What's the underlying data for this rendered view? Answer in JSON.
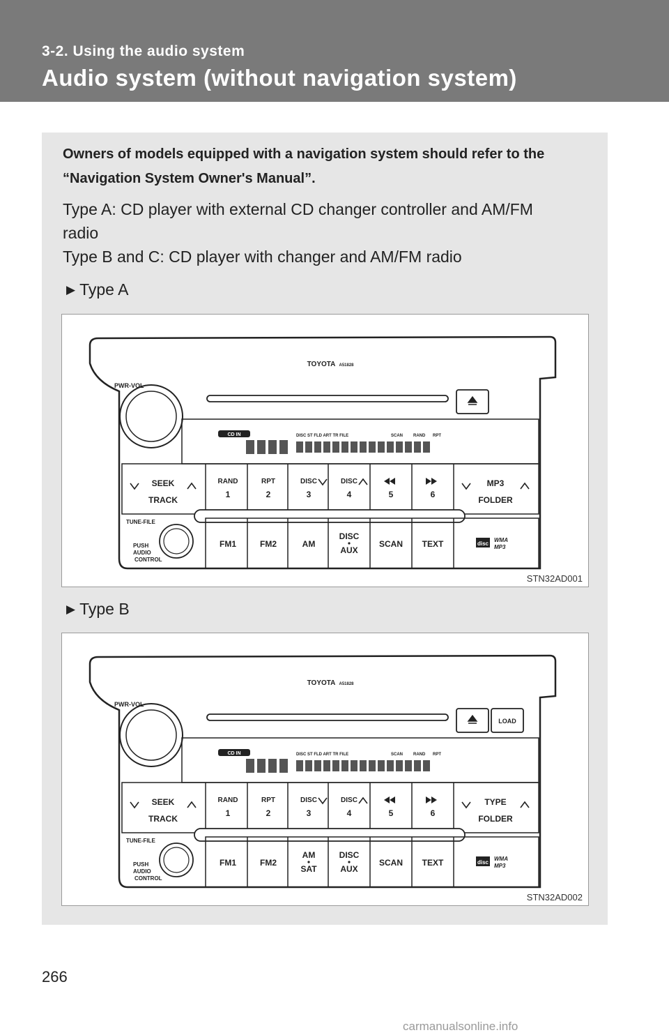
{
  "header": {
    "section": "3-2. Using the audio system",
    "title": "Audio system (without navigation system)"
  },
  "intro": "Owners of models equipped with a navigation system should refer to the “Navigation System Owner's Manual”.",
  "description": {
    "line1": "Type A: CD player with external CD changer controller and AM/FM",
    "line2": "radio",
    "line3": "Type B and C: CD player with changer and AM/FM radio"
  },
  "figures": [
    {
      "label": "Type A",
      "code": "STN32AD001",
      "brand": "TOYOTA",
      "model": "A51828",
      "pwr_vol": "PWR-VOL",
      "tune_file": "TUNE-FILE",
      "push": "PUSH",
      "audio": "AUDIO",
      "control": "CONTROL",
      "cd_in": "CD IN",
      "indicators": "DISC   ST   FLD   ART   TR   FILE",
      "scan_ind": "SCAN",
      "rand_ind": "RAND",
      "rpt_ind": "RPT",
      "seek": "SEEK",
      "track": "TRACK",
      "rand": "RAND",
      "rpt": "RPT",
      "disc": "DISC",
      "n1": "1",
      "n2": "2",
      "n3": "3",
      "n4": "4",
      "n5": "5",
      "n6": "6",
      "right_top": "MP3",
      "right_bottom": "FOLDER",
      "fm1": "FM1",
      "fm2": "FM2",
      "am_top": "AM",
      "am_bottom": "",
      "aux_top": "DISC",
      "aux_bottom": "AUX",
      "scan": "SCAN",
      "text": "TEXT",
      "logo_disc": "disc",
      "wma": "WMA",
      "mp3": "MP3",
      "load": ""
    },
    {
      "label": "Type B",
      "code": "STN32AD002",
      "brand": "TOYOTA",
      "model": "A51828",
      "pwr_vol": "PWR-VOL",
      "tune_file": "TUNE-FILE",
      "push": "PUSH",
      "audio": "AUDIO",
      "control": "CONTROL",
      "cd_in": "CD IN",
      "indicators": "DISC   ST   FLD   ART   TR   FILE",
      "scan_ind": "SCAN",
      "rand_ind": "RAND",
      "rpt_ind": "RPT",
      "seek": "SEEK",
      "track": "TRACK",
      "rand": "RAND",
      "rpt": "RPT",
      "disc": "DISC",
      "n1": "1",
      "n2": "2",
      "n3": "3",
      "n4": "4",
      "n5": "5",
      "n6": "6",
      "right_top": "TYPE",
      "right_bottom": "FOLDER",
      "fm1": "FM1",
      "fm2": "FM2",
      "am_top": "AM",
      "am_bottom": "SAT",
      "aux_top": "DISC",
      "aux_bottom": "AUX",
      "scan": "SCAN",
      "text": "TEXT",
      "logo_disc": "disc",
      "wma": "WMA",
      "mp3": "MP3",
      "load": "LOAD"
    }
  ],
  "page_number": "266",
  "watermark": "carmanualsonline.info"
}
